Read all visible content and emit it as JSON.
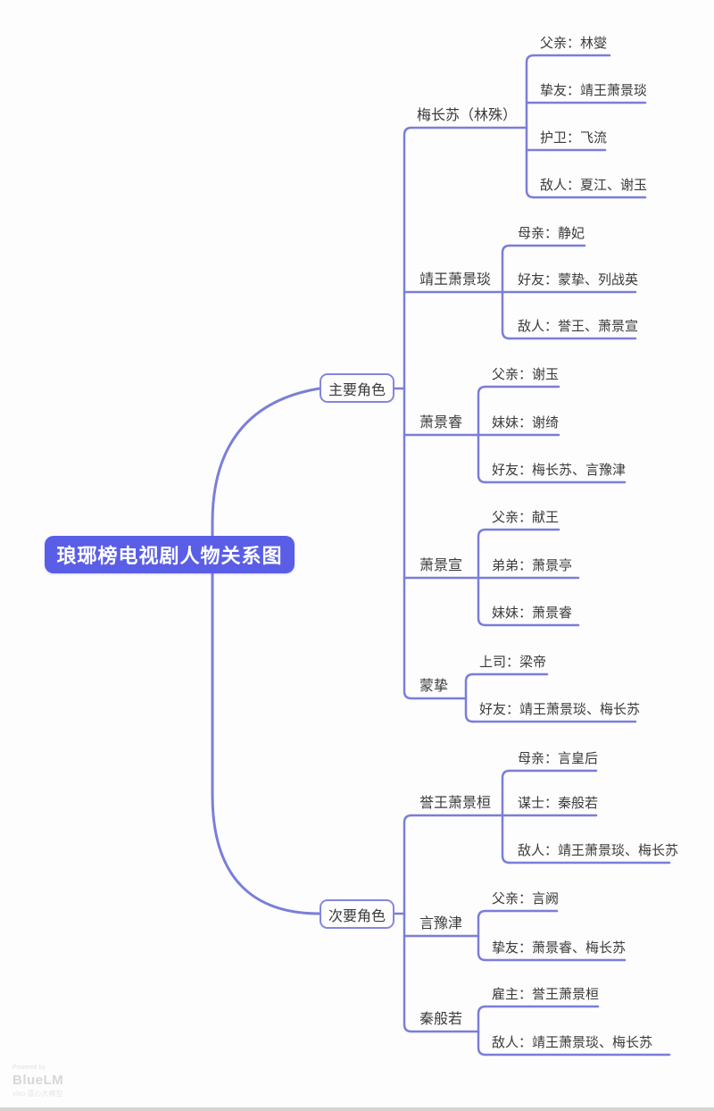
{
  "title": "琅琊榜电视剧人物关系图",
  "colors": {
    "line": "#7b7ed8",
    "root_fill": "#5a5ee6",
    "root_text": "#ffffff",
    "node_border": "#8487dc",
    "text": "#3b3b3b"
  },
  "tree": {
    "root": "琅琊榜电视剧人物关系图",
    "branches": [
      {
        "label": "主要角色",
        "characters": [
          {
            "name": "梅长苏（林殊）",
            "relations": [
              "父亲：林燮",
              "挚友：靖王萧景琰",
              "护卫：飞流",
              "敌人：夏江、谢玉"
            ]
          },
          {
            "name": "靖王萧景琰",
            "relations": [
              "母亲：静妃",
              "好友：蒙挚、列战英",
              "敌人：誉王、萧景宣"
            ]
          },
          {
            "name": "萧景睿",
            "relations": [
              "父亲：谢玉",
              "妹妹：谢绮",
              "好友：梅长苏、言豫津"
            ]
          },
          {
            "name": "萧景宣",
            "relations": [
              "父亲：献王",
              "弟弟：萧景亭",
              "妹妹：萧景睿"
            ]
          },
          {
            "name": "蒙挚",
            "relations": [
              "上司：梁帝",
              "好友：靖王萧景琰、梅长苏"
            ]
          }
        ]
      },
      {
        "label": "次要角色",
        "characters": [
          {
            "name": "誉王萧景桓",
            "relations": [
              "母亲：言皇后",
              "谋士：秦般若",
              "敌人：靖王萧景琰、梅长苏"
            ]
          },
          {
            "name": "言豫津",
            "relations": [
              "父亲：言阙",
              "挚友：萧景睿、梅长苏"
            ]
          },
          {
            "name": "秦般若",
            "relations": [
              "雇主：誉王萧景桓",
              "敌人：靖王萧景琰、梅长苏"
            ]
          }
        ]
      }
    ]
  },
  "watermark": {
    "line1": "Powered by",
    "line2": "BlueLM",
    "line3": "vivo 蓝心大模型"
  }
}
